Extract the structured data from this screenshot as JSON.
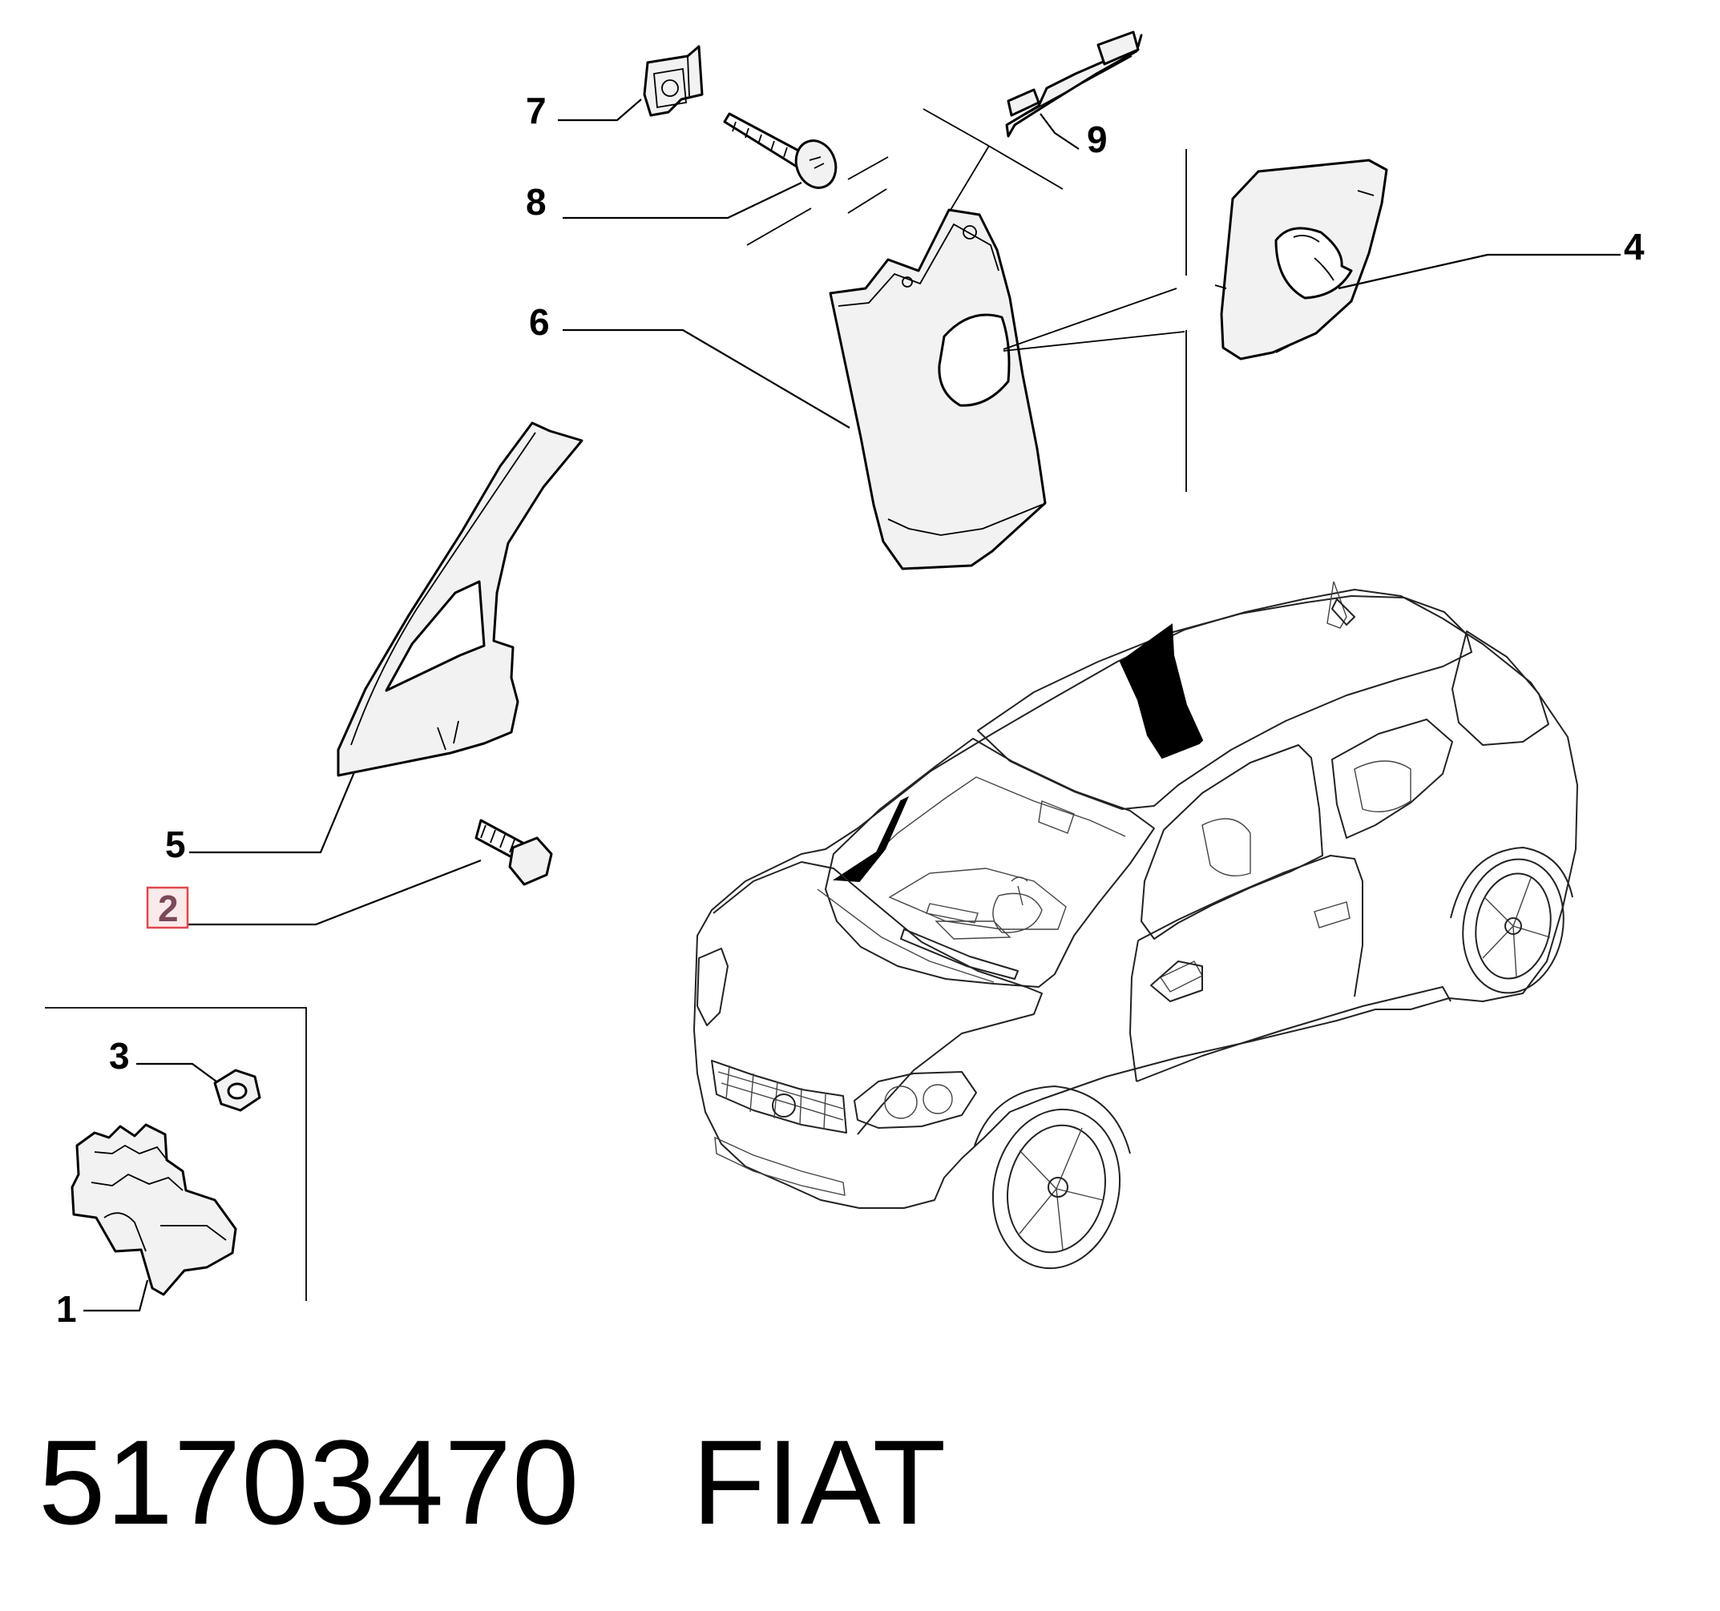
{
  "callouts": {
    "c1": "1",
    "c2": "2",
    "c3": "3",
    "c4": "4",
    "c5": "5",
    "c6": "6",
    "c7": "7",
    "c8": "8",
    "c9": "9"
  },
  "highlighted_callout": "2",
  "highlight_color": "#e0474c",
  "footer": {
    "part_number": "51703470",
    "brand": "FIAT"
  }
}
